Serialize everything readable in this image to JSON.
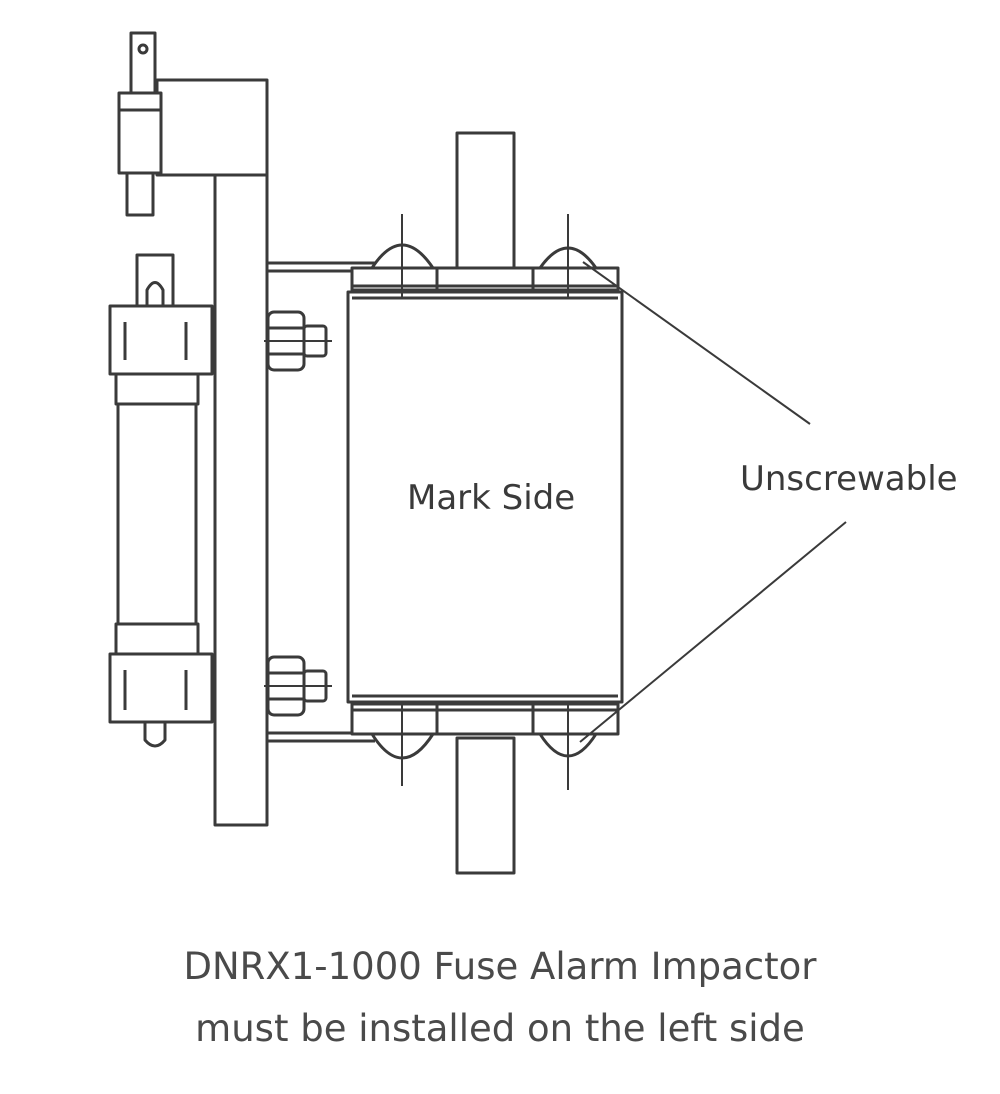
{
  "diagram": {
    "labels": {
      "mark_side": "Mark Side",
      "unscrewable": "Unscrewable"
    },
    "caption": {
      "line1": "DNRX1-1000 Fuse Alarm Impactor",
      "line2": "must be installed on the left side"
    },
    "colors": {
      "line": "#3a3a3a",
      "background": "#ffffff"
    }
  }
}
